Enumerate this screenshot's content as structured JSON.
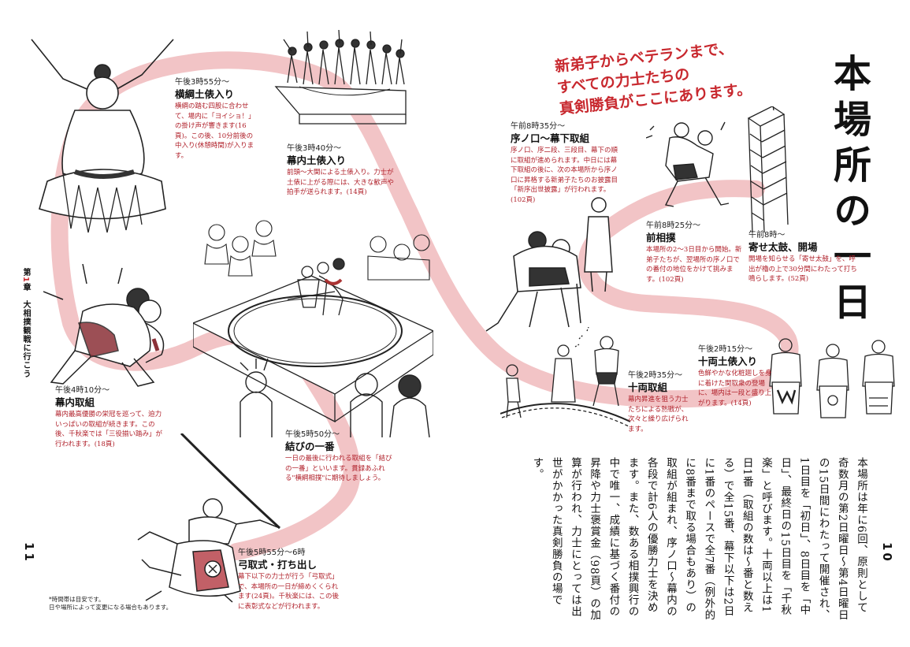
{
  "title": "本場所の一日",
  "catchphrase": [
    "新弟子からベテランまで、",
    "すべての力士たちの",
    "真剣勝負がここにあります。"
  ],
  "chapter": {
    "prefix": "第",
    "num": "1",
    "suffix": "章　大相撲観戦に行こう"
  },
  "page_numbers": {
    "left": "11",
    "right": "10"
  },
  "note": [
    "*時間帯は目安です。",
    "日や場所によって変更になる場合もあります。"
  ],
  "body_text": "本場所は年に6回、原則として奇数月の第2日曜日〜第4日曜日の15日間にわたって開催され、1日目を「初日」、8日目を「中日」、最終日の15日目を「千秋楽」と呼びます。十両以上は1日1番（取組の数は〜番と数える）で全15番、幕下以下は2日に1番のペースで全7番（例外的に8番まで取る場合もあり）の取組が組まれ、序ノ口〜幕内の各段で計6人の優勝力士を決めます。また、数ある相撲興行の中で唯一、成績に基づく番付の昇降や力士褒賞金（98頁）の加算が行われ、力士にとっては出世がかかった真剣勝負の場です。",
  "events": [
    {
      "time": "午前8時〜",
      "head": "寄せ太鼓、開場",
      "body": "開場を知らせる「寄せ太鼓」を、呼出が櫓の上で30分間にわたって打ち鳴らします。(52頁)"
    },
    {
      "time": "午前8時25分〜",
      "head": "前相撲",
      "body": "本場所の2〜3日目から開始。新弟子たちが、翌場所の序ノ口での番付の地位をかけて挑みます。(102頁)"
    },
    {
      "time": "午前8時35分〜",
      "head": "序ノ口〜幕下取組",
      "body": "序ノ口、序二段、三段目、幕下の順に取組が進められます。中日には幕下取組の後に、次の本場所から序ノ口に昇格する新弟子たちのお披露目「新序出世披露」が行われます。(102頁)"
    },
    {
      "time": "午後2時15分〜",
      "head": "十両土俵入り",
      "body": "色鮮やかな化粧廻しを身に着けた関取衆の登場に、場内は一段と盛り上がります。(14頁)"
    },
    {
      "time": "午後2時35分〜",
      "head": "十両取組",
      "body": "幕内昇進を狙う力士たちによる熱戦が、次々と繰り広げられます。"
    },
    {
      "time": "午後3時40分〜",
      "head": "幕内土俵入り",
      "body": "前頭〜大関による土俵入り。力士が土俵に上がる際には、大きな歓声や拍手が送られます。(14頁)"
    },
    {
      "time": "午後3時55分〜",
      "head": "横綱土俵入り",
      "body": "横綱の踏む四股に合わせて、場内に「ヨイショ！」の掛け声が響きます(16頁)。この後、10分前後の中入り(休憩時間)が入ります。"
    },
    {
      "time": "午後4時10分〜",
      "head": "幕内取組",
      "body": "幕内最高優勝の栄冠を巡って、迫力いっぱいの取組が続きます。この後、千秋楽では「三役揃い踏み」が行われます。(18頁)"
    },
    {
      "time": "午後5時50分〜",
      "head": "結びの一番",
      "body": "一日の最後に行われる取組を「結びの一番」といいます。貫録あふれる\"横綱相撲\"に期待しましょう。"
    },
    {
      "time": "午後5時55分〜6時",
      "head": "弓取式・打ち出し",
      "body": "幕下以下の力士が行う「弓取式」で、本場所の一日が締めくくられます(24頁)。千秋楽には、この後に表彰式などが行われます。"
    }
  ],
  "colors": {
    "route": "#f2c4c6",
    "accent": "#c8282e",
    "text": "#111111"
  }
}
